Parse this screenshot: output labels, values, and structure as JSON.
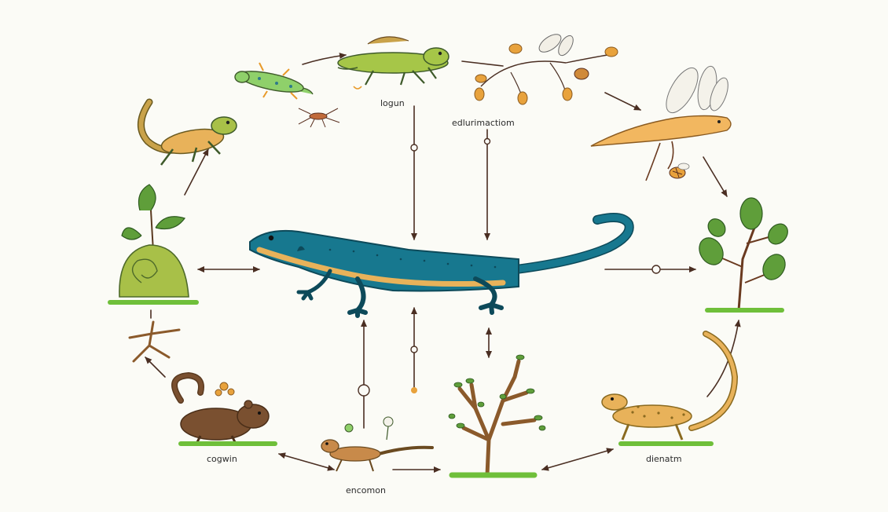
{
  "labels": {
    "top_left": "logun",
    "top_right": "edlurimactiom",
    "bottom_left": "cogwin",
    "bottom_center": "encomon",
    "bottom_right": "dienatm"
  },
  "colors": {
    "background": "#fbfbf6",
    "arrow": "#4a2e22",
    "central_lizard": "#17788f",
    "central_belly": "#e8b25a",
    "leaf_green": "#5f9e3a",
    "grass": "#6fbf3a",
    "bark": "#8b5a2b"
  },
  "icons": [
    "central-blue-lizard",
    "green-lizard-top",
    "spotted-small-lizard",
    "tiny-insect",
    "orange-lizard-left",
    "seed-branch-insect",
    "winged-insect-creature",
    "small-bee",
    "young-plant-right",
    "rock-mound-plant",
    "roots",
    "brown-rodent",
    "small-brown-lizard",
    "bare-tree",
    "spotted-yellow-lizard"
  ]
}
